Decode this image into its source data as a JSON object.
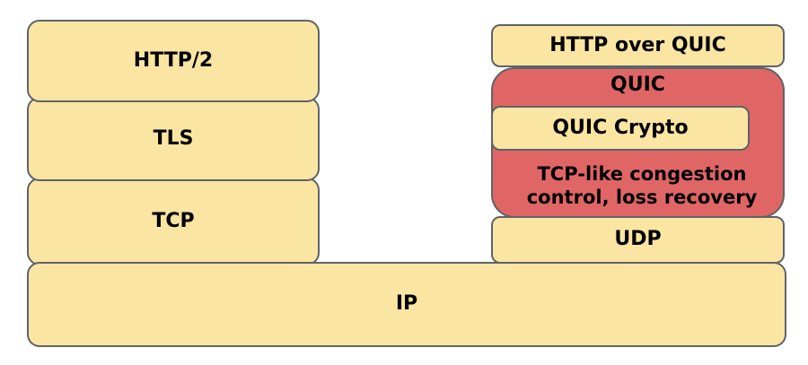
{
  "left_stack": {
    "http2": "HTTP/2",
    "tls": "TLS",
    "tcp": "TCP"
  },
  "right_stack": {
    "http_over_quic": "HTTP over QUIC",
    "quic": "QUIC",
    "quic_crypto": "QUIC Crypto",
    "congestion": "TCP-like congestion\ncontrol, loss recovery",
    "udp": "UDP"
  },
  "base": {
    "ip": "IP"
  },
  "colors": {
    "layer_fill": "#fbe5a3",
    "quic_fill": "#e06666",
    "border": "#5f6368"
  }
}
